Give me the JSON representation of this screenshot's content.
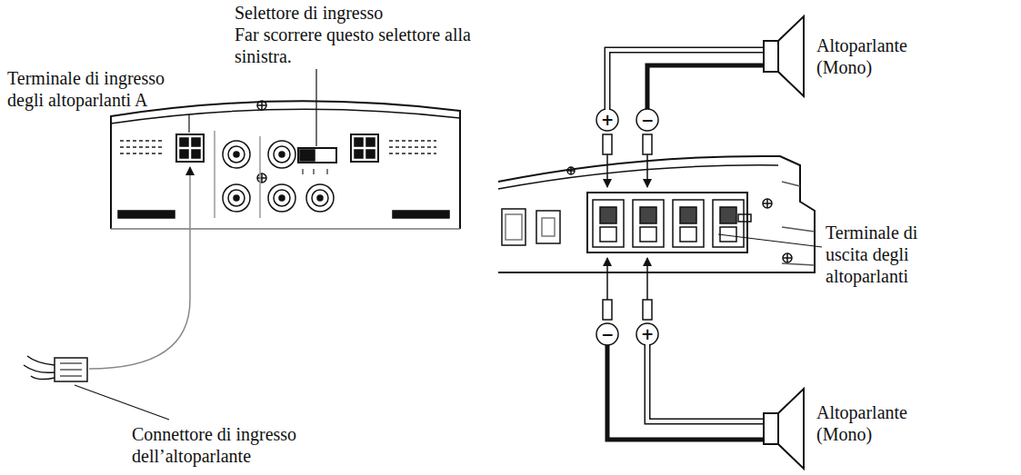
{
  "diagram": {
    "labels": [
      "Selettore di ingresso",
      "Far scorrere questo selettore alla sinistra.",
      "Terminale di ingresso degli altoparlanti A",
      "Connettore di ingresso dell’altoparlante",
      "Altoparlante (Mono)",
      "Terminale di uscita degli altoparlanti",
      "Altoparlante (Mono)",
      "+",
      "−",
      "−",
      "+"
    ]
  }
}
